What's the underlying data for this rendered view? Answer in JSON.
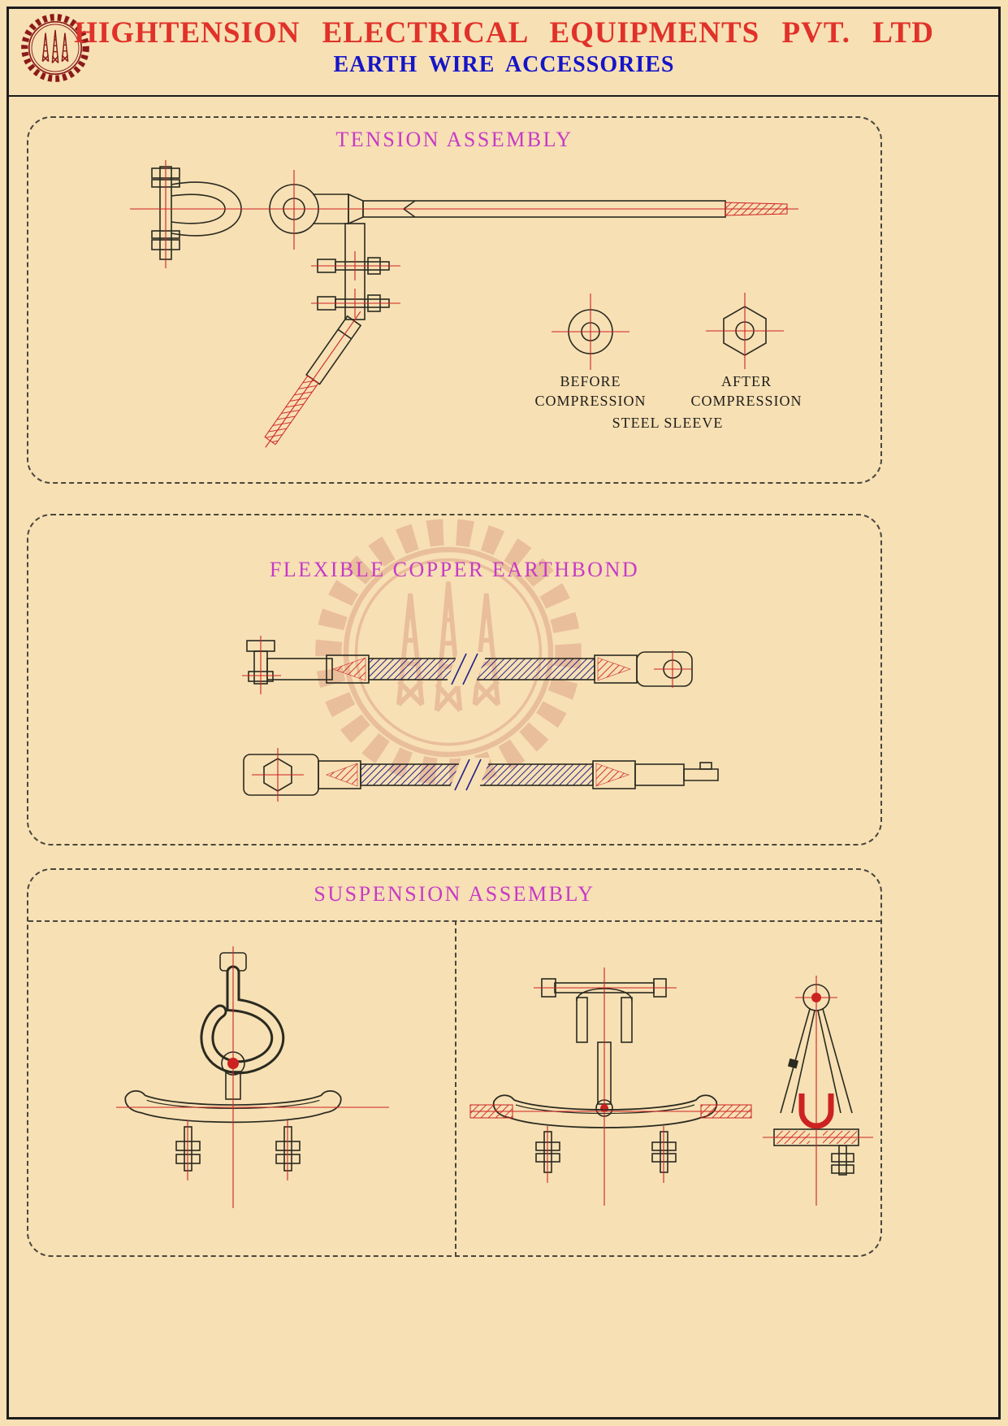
{
  "header": {
    "title": "HIGHTENSION ELECTRICAL EQUIPMENTS PVT. LTD",
    "subtitle": "EARTH WIRE ACCESSORIES",
    "logo_name": "hep-gear-logo"
  },
  "panels": {
    "tension": {
      "title": "TENSION ASSEMBLY",
      "labels": {
        "before_compression": "BEFORE\nCOMPRESSION",
        "after_compression": "AFTER\nCOMPRESSION",
        "steel_sleeve": "STEEL SLEEVE"
      }
    },
    "earthbond": {
      "title": "FLEXIBLE COPPER EARTHBOND"
    },
    "suspension": {
      "title": "SUSPENSION ASSEMBLY"
    }
  },
  "colors": {
    "page_background": "#f7e0b4",
    "title_red": "#e0322a",
    "subtitle_blue": "#1515c8",
    "panel_title_magenta": "#c73ac7",
    "drawing_line": "#2a2a20",
    "centerline_red": "#cc2222",
    "cable_hatch_blue": "#22228b",
    "logo_dark_red": "#8b1a1a",
    "watermark_salmon": "#d8917a"
  }
}
